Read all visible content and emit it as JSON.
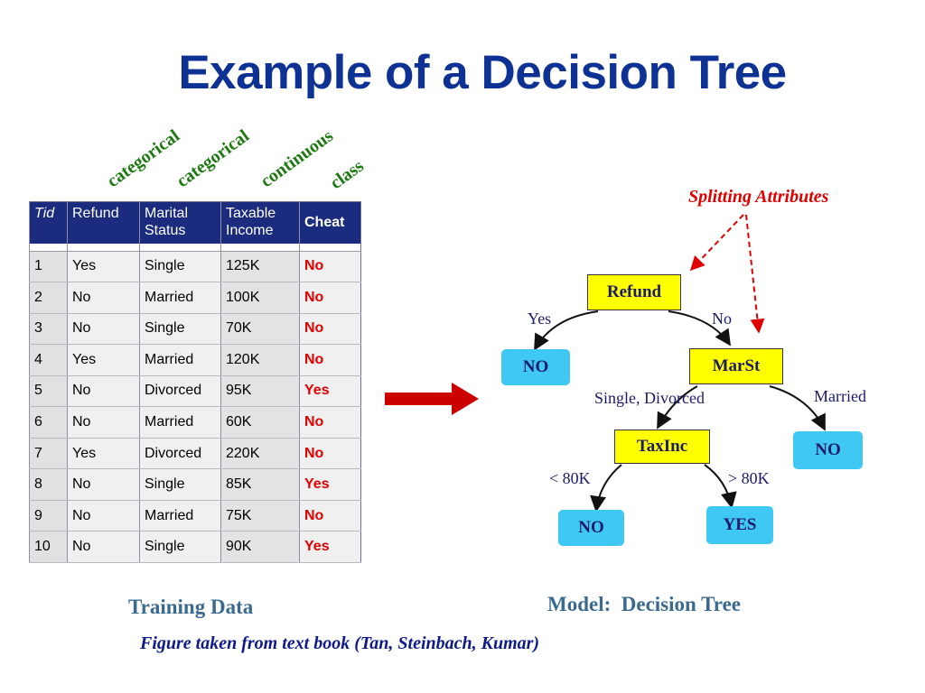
{
  "title": "Example of a Decision Tree",
  "column_tags": [
    "categorical",
    "categorical",
    "continuous",
    "class"
  ],
  "table": {
    "headers": [
      {
        "line1": "Tid",
        "line2": ""
      },
      {
        "line1": "Refund",
        "line2": ""
      },
      {
        "line1": "Marital",
        "line2": "Status"
      },
      {
        "line1": "Taxable",
        "line2": "Income"
      },
      {
        "line1": "Cheat",
        "line2": ""
      }
    ],
    "rows": [
      [
        "1",
        "Yes",
        "Single",
        "125K",
        "No"
      ],
      [
        "2",
        "No",
        "Married",
        "100K",
        "No"
      ],
      [
        "3",
        "No",
        "Single",
        "70K",
        "No"
      ],
      [
        "4",
        "Yes",
        "Married",
        "120K",
        "No"
      ],
      [
        "5",
        "No",
        "Divorced",
        "95K",
        "Yes"
      ],
      [
        "6",
        "No",
        "Married",
        "60K",
        "No"
      ],
      [
        "7",
        "Yes",
        "Divorced",
        "220K",
        "No"
      ],
      [
        "8",
        "No",
        "Single",
        "85K",
        "Yes"
      ],
      [
        "9",
        "No",
        "Married",
        "75K",
        "No"
      ],
      [
        "10",
        "No",
        "Single",
        "90K",
        "Yes"
      ]
    ]
  },
  "splitting_attributes_label": "Splitting Attributes",
  "tree": {
    "nodes": {
      "refund": "Refund",
      "marst": "MarSt",
      "taxinc": "TaxInc",
      "leaf_refund_yes": "NO",
      "leaf_married": "NO",
      "leaf_lt80": "NO",
      "leaf_gt80": "YES"
    },
    "edge_labels": {
      "refund_yes": "Yes",
      "refund_no": "No",
      "marst_single_divorced": "Single, Divorced",
      "marst_married": "Married",
      "taxinc_lt": "< 80K",
      "taxinc_gt": "> 80K"
    }
  },
  "captions": {
    "training": "Training Data",
    "model": "Model:  Decision Tree",
    "source": "Figure taken from text book (Tan, Steinbach, Kumar)"
  },
  "colors": {
    "title": "#0d3294",
    "column_tag": "#1d7a10",
    "table_header_bg": "#1b2b7e",
    "class_value": "#e00000",
    "attribute_node": "#ffff00",
    "leaf_node": "#40c8f4",
    "arrow": "#cc0000",
    "caption": "#3a6a8e"
  }
}
